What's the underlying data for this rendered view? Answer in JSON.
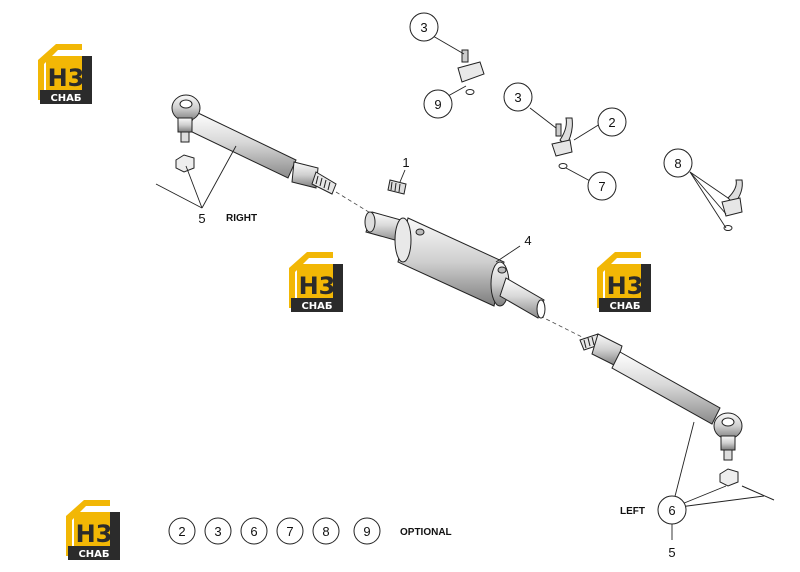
{
  "logo": {
    "main": "H3",
    "sub": "СНАБ",
    "colors": {
      "yellow": "#f2b705",
      "dark": "#2b2b2b"
    }
  },
  "labels": {
    "right": "RIGHT",
    "left": "LEFT",
    "optional": "OPTIONAL"
  },
  "callouts": {
    "c3a": "3",
    "c9": "9",
    "c3b": "3",
    "c2": "2",
    "c7": "7",
    "c8": "8",
    "c6": "6",
    "n1": "1",
    "n4": "4",
    "n5a": "5",
    "n5b": "5"
  },
  "optional_parts": [
    "2",
    "3",
    "6",
    "7",
    "8",
    "9"
  ]
}
